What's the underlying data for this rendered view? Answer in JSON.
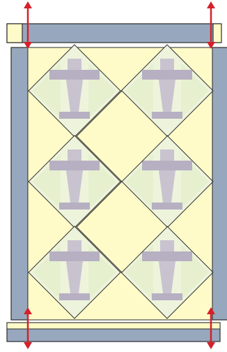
{
  "diagram": {
    "description_kind": "quilt-layout-border-strips",
    "components": [
      "top-border-strip",
      "bottom-border-strip",
      "left-border-strip",
      "right-border-strip",
      "quilt-center-panel",
      "airplane-blocks",
      "plain-square-blocks",
      "setting-triangles",
      "measurement-arrows"
    ],
    "airplane_block_count": 6,
    "plain_block_count": 2,
    "arrow_count": 4
  },
  "colors": {
    "background": "#ffffff",
    "border_strip": "#97a8be",
    "strip_outline": "#2b2b2b",
    "cream_background": "#fffbc8",
    "cream_light": "#fefcd9",
    "pale_green_triangle": "#e6f0cf",
    "pale_green_light": "#eef4dc",
    "airplane_gray": "#c9c3d0",
    "airplane_dark": "#b7b0c2",
    "seam_line": "#333333",
    "arrow_red": "#d4202a"
  }
}
